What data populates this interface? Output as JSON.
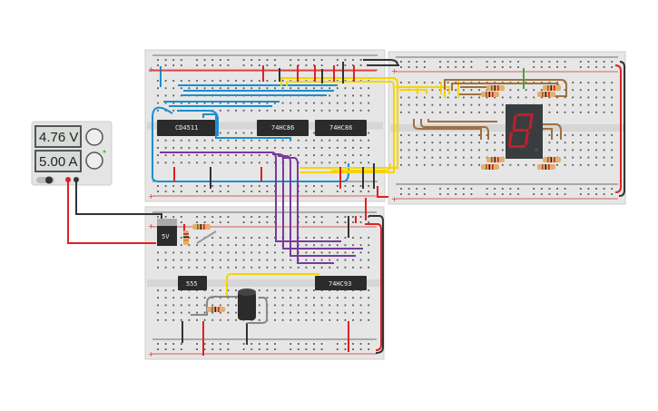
{
  "power_supply": {
    "voltage": "4.76 V",
    "current": "5.00 A"
  },
  "regulator": {
    "label": "5V"
  },
  "chips": [
    {
      "label": "CD4511"
    },
    {
      "label": "74HC86"
    },
    {
      "label": "74HC86"
    },
    {
      "label": "555"
    },
    {
      "label": "74HC93"
    }
  ],
  "seven_segment": {
    "digit": "8",
    "color": "#c0202a"
  },
  "rails": {
    "plus": "+",
    "minus": "-"
  },
  "colors": {
    "wire_red": "#e02020",
    "wire_black": "#333333",
    "wire_blue": "#1a8fd0",
    "wire_yellow": "#f5d400",
    "wire_purple": "#7a3a9a",
    "wire_brown": "#a0703f",
    "wire_green": "#3aaa3a"
  }
}
